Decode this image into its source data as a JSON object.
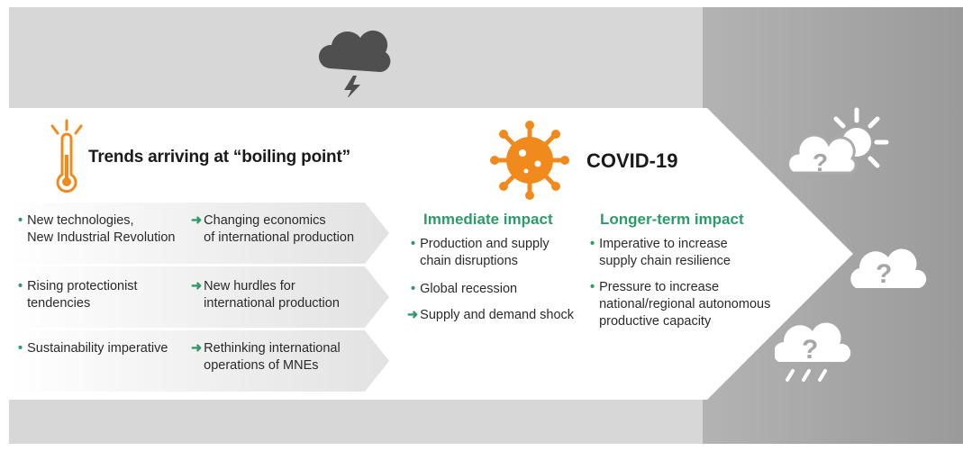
{
  "trends": {
    "heading": "Trends arriving at “boiling point”",
    "rows": [
      {
        "cause_line1": "New technologies,",
        "cause_line2": "New Industrial Revolution",
        "effect_line1": "Changing economics",
        "effect_line2": "of international production"
      },
      {
        "cause_line1": "Rising protectionist",
        "cause_line2": "tendencies",
        "effect_line1": "New hurdles for",
        "effect_line2": "international production"
      },
      {
        "cause_line1": "Sustainability imperative",
        "cause_line2": "",
        "effect_line1": "Rethinking international",
        "effect_line2": "operations of MNEs"
      }
    ]
  },
  "covid": {
    "heading": "COVID-19",
    "immediate": {
      "heading": "Immediate impact",
      "items": [
        "Production and supply",
        "chain disruptions",
        "Global recession",
        "Supply and demand shock"
      ]
    },
    "longer": {
      "heading": "Longer-term impact",
      "items": [
        "Imperative to increase",
        "supply chain resilience",
        "Pressure to increase",
        "national/regional autonomous",
        "productive capacity"
      ]
    }
  },
  "icons": {
    "storm": "storm-cloud-icon",
    "thermometer": "thermometer-icon",
    "virus": "virus-icon",
    "sun_cloud": "sun-cloud-question-icon",
    "cloud_q": "cloud-question-icon",
    "rain_q": "rain-cloud-question-icon",
    "question_mark": "?"
  },
  "colors": {
    "orange": "#f08a1c",
    "green": "#2e9a6a",
    "gray_dark": "#a6a6a6",
    "gray_light": "#d9d9d9"
  }
}
